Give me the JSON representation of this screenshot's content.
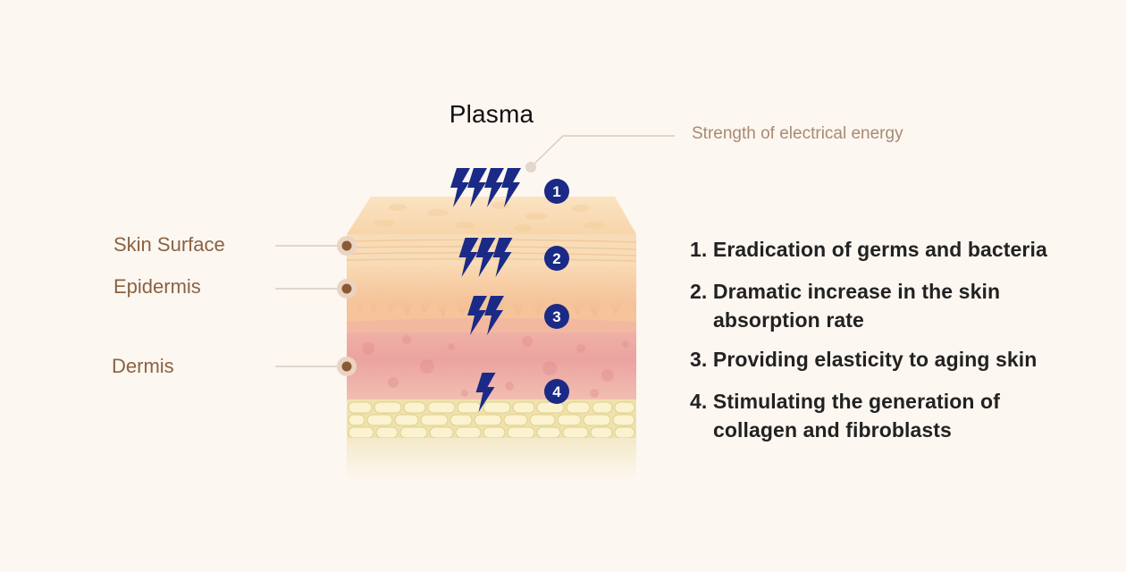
{
  "diagram": {
    "title": "Plasma",
    "energy_label": "Strength of electrical energy",
    "layers": [
      {
        "label": "Skin Surface"
      },
      {
        "label": "Epidermis"
      },
      {
        "label": "Dermis"
      }
    ],
    "levels": [
      {
        "number": "1",
        "bolts": 4
      },
      {
        "number": "2",
        "bolts": 3
      },
      {
        "number": "3",
        "bolts": 2
      },
      {
        "number": "4",
        "bolts": 1
      }
    ],
    "benefits": [
      {
        "number": "1.",
        "line1": "Eradication of germs and bacteria",
        "line2": ""
      },
      {
        "number": "2.",
        "line1": "Dramatic increase in the skin",
        "line2": "absorption rate"
      },
      {
        "number": "3.",
        "line1": "Providing elasticity to aging skin",
        "line2": ""
      },
      {
        "number": "4.",
        "line1": "Stimulating the generation of",
        "line2": "collagen and fibroblasts"
      }
    ],
    "colors": {
      "background": "#fdf7f1",
      "bolt": "#1b2a86",
      "badge": "#1b2a86",
      "label": "#8a6243",
      "connector": "#cfc3b8",
      "marker": "#8a5a35"
    }
  }
}
